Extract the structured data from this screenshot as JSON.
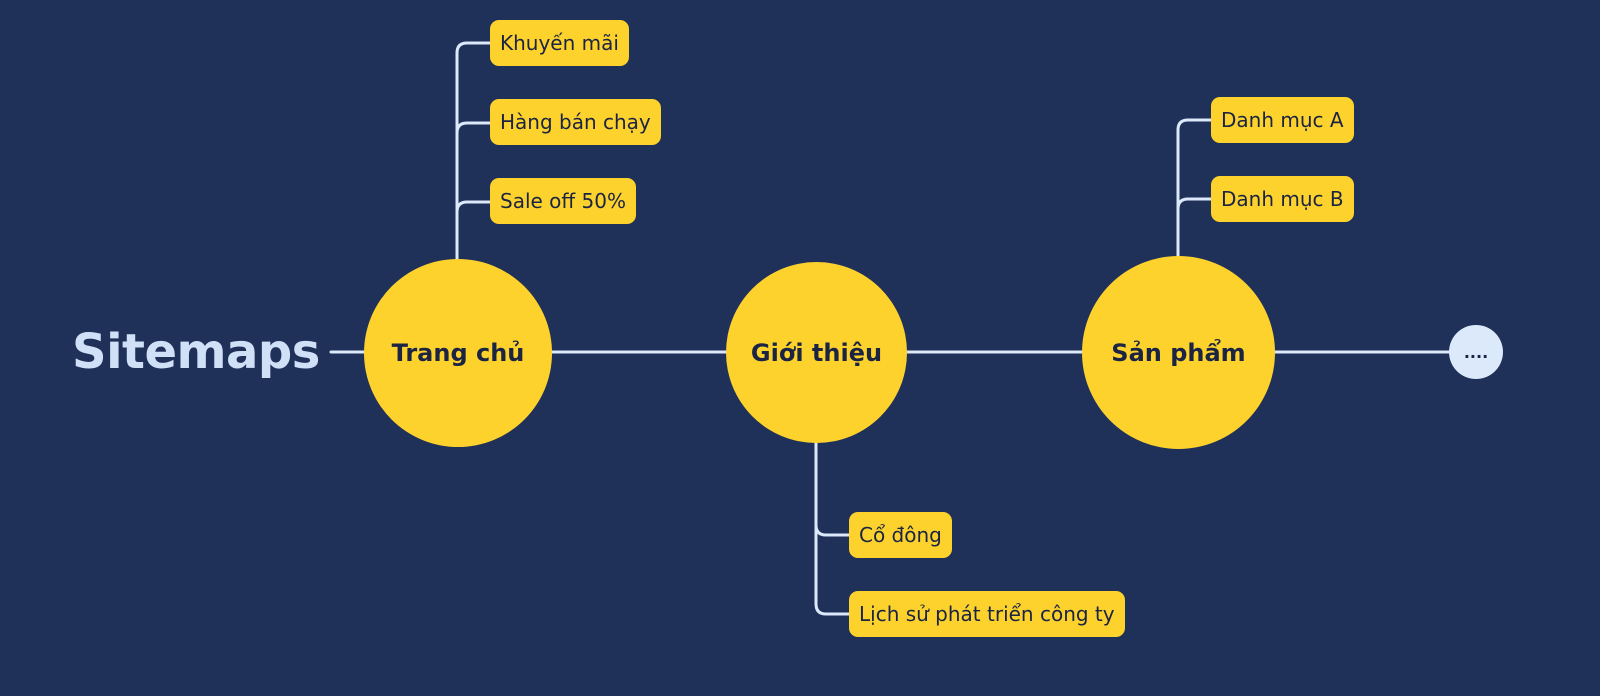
{
  "title": "Sitemaps",
  "colors": {
    "background": "#1f3059",
    "node": "#fdd22d",
    "connector": "#dce9fb",
    "more_node": "#dce9fb",
    "text_dark": "#1b2442",
    "title": "#cfe0f7"
  },
  "nodes": {
    "home": {
      "label": "Trang chủ"
    },
    "about": {
      "label": "Giới thiệu"
    },
    "products": {
      "label": "Sản phẩm"
    },
    "more": {
      "label": "...."
    }
  },
  "children": {
    "home": [
      "Khuyến mãi",
      "Hàng bán chạy",
      "Sale off 50%"
    ],
    "about": [
      "Cổ đông",
      "Lịch sử phát triển công ty"
    ],
    "products": [
      "Danh mục A",
      "Danh mục B"
    ]
  }
}
